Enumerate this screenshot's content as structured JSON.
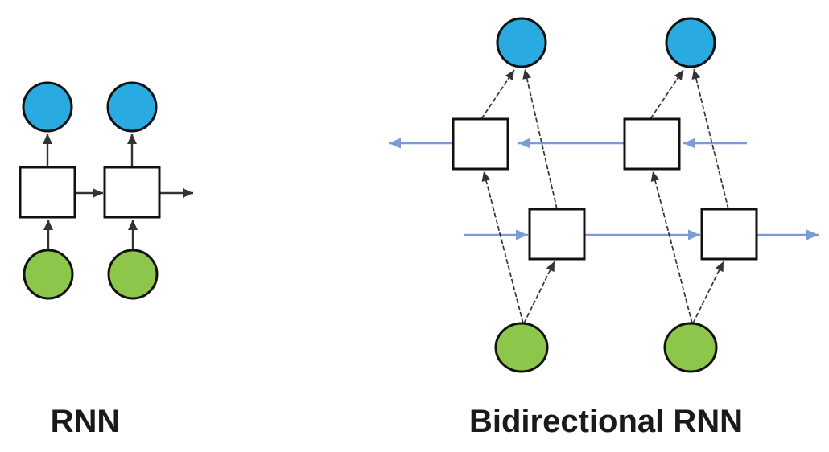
{
  "labels": {
    "rnn": "RNN",
    "bidirectional_rnn": "Bidirectional RNN"
  },
  "colors": {
    "background": "#FFFFFF",
    "output_node_fill": "#29ABE2",
    "input_node_fill": "#8CC64A",
    "hidden_node_fill": "#FFFFFF",
    "node_stroke": "#111111",
    "connection_line": "#333333",
    "flow_arrow": "#7B9BD7",
    "label_text": "#1A1A1A"
  },
  "icons": {
    "output_node": "blue-circle",
    "input_node": "green-circle",
    "hidden_cell": "white-square",
    "forward_flow": "right-arrow",
    "backward_flow": "left-arrow"
  }
}
